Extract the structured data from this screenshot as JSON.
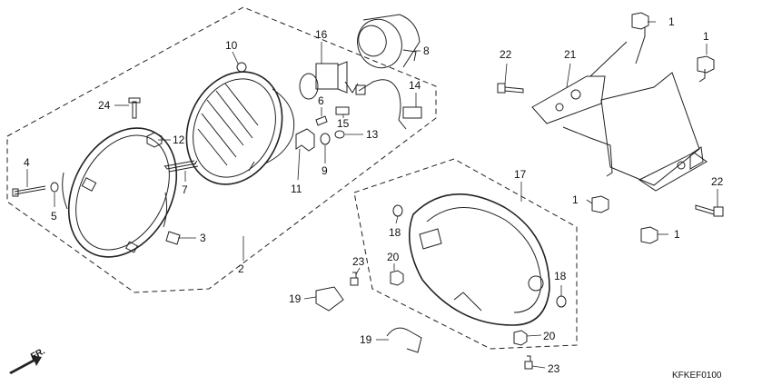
{
  "diagram_code": "KFKEF0100",
  "direction_label": "FR.",
  "callouts": {
    "c1a": "1",
    "c1b": "1",
    "c1c": "1",
    "c1d": "1",
    "c2": "2",
    "c3": "3",
    "c4": "4",
    "c5": "5",
    "c6": "6",
    "c7": "7",
    "c8": "8",
    "c9": "9",
    "c10": "10",
    "c11": "11",
    "c12": "12",
    "c13": "13",
    "c14": "14",
    "c15": "15",
    "c16": "16",
    "c17": "17",
    "c18a": "18",
    "c18b": "18",
    "c19a": "19",
    "c19b": "19",
    "c20a": "20",
    "c20b": "20",
    "c21": "21",
    "c22a": "22",
    "c22b": "22",
    "c23a": "23",
    "c23b": "23",
    "c24": "24"
  }
}
